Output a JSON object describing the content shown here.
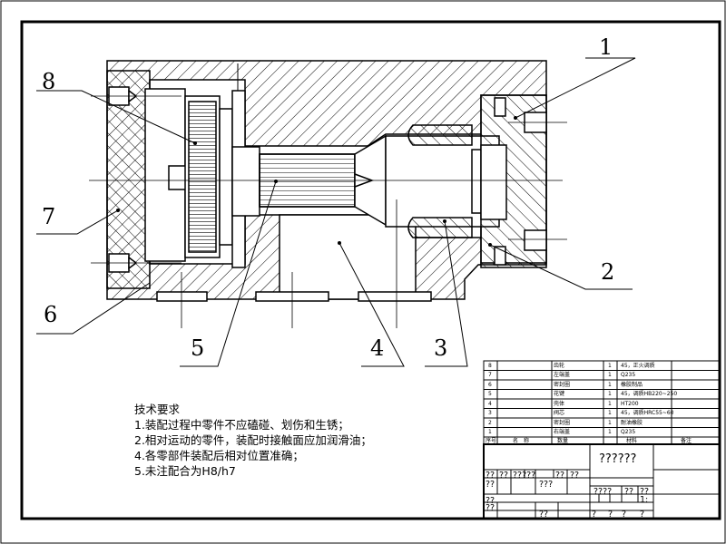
{
  "callouts": {
    "c1": "1",
    "c2": "2",
    "c3": "3",
    "c4": "4",
    "c5": "5",
    "c6": "6",
    "c7": "7",
    "c8": "8"
  },
  "notes": {
    "title": "技术要求",
    "items": [
      "1.装配过程中零件不应磕碰、划伤和生锈；",
      "2.相对运动的零件，装配时接触面应加润滑油；",
      "4.各零部件装配后相对位置准确；",
      "5.未注配合为H8/h7"
    ]
  },
  "bom": {
    "rows": [
      {
        "no": "8",
        "name": "齿轮",
        "qty": "1",
        "note": "45，正火调质"
      },
      {
        "no": "7",
        "name": "左端盖",
        "qty": "1",
        "note": "Q235"
      },
      {
        "no": "6",
        "name": "密封圈",
        "qty": "1",
        "note": "橡胶制品"
      },
      {
        "no": "5",
        "name": "花键",
        "qty": "1",
        "note": "45，调质HB220~250"
      },
      {
        "no": "4",
        "name": "壳体",
        "qty": "1",
        "note": "HT200"
      },
      {
        "no": "3",
        "name": "阀芯",
        "qty": "1",
        "note": "45，调质HRC55~60"
      },
      {
        "no": "2",
        "name": "密封圈",
        "qty": "1",
        "note": "耐油橡胶"
      },
      {
        "no": "1",
        "name": "右端盖",
        "qty": "1",
        "note": "Q235"
      }
    ],
    "header": {
      "no": "序号",
      "name": "名　称",
      "qty": "数量",
      "material": "材料",
      "note": "备注"
    }
  },
  "title_block": {
    "drawing_name": "??????",
    "t1": "??",
    "t2": "??",
    "t3": "?????",
    "t4": "??",
    "t5": "??",
    "t6": "??",
    "t7": "???",
    "t8": "????",
    "t9": "??",
    "t10": "??",
    "scale": "1:",
    "t11": "??",
    "t12": "??",
    "t13": "??",
    "b1": "?",
    "b2": "?",
    "b3": "?",
    "b4": "?"
  }
}
